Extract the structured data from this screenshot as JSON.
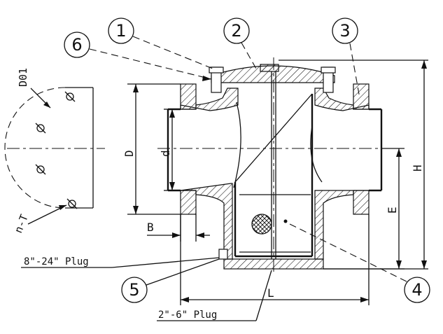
{
  "callouts": [
    "1",
    "2",
    "3",
    "4",
    "5",
    "6"
  ],
  "dimensions": {
    "d01": "D01",
    "nt": "n-T",
    "D": "D",
    "d": "d",
    "B": "B",
    "E": "E",
    "H": "H",
    "L": "L"
  },
  "plugs": {
    "large": "8\"-24\" Plug",
    "small": "2\"-6\" Plug"
  }
}
